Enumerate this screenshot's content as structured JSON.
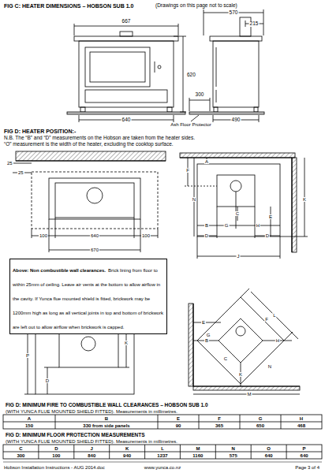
{
  "diagram": {
    "title": "FIG C: HEATER DIMENSIONS – HOBSON SUB 1.0",
    "nodes": [
      {
        "text": [
          "Above: Non combustible wall clearances.",
          "Brick lining from floor to within 25mm of ceiling. Leave air vents at the bottom to allow airflow in the cavity. If Yunca flue mounted shield is fitted, brickwork may be 1200mm high as long as all vertical joints in top and bottom of brickwork are left out to allow airflow when brickwork is capped."
        ]
      }
    ],
    "labels": [
      "(Drawings on this page not to scale)",
      "667",
      "570",
      "215",
      "620",
      "300",
      "640",
      "Ash Floor Protector",
      "490",
      "FIG D: HEATER POSITION:-",
      "N.B. The “B” and “D” measurements on the Hobson are taken from the heater sides.",
      "“O” measurement is the width of the heater, excluding the cooktop surface.",
      "25",
      "25",
      "100",
      "640",
      "100",
      "670",
      "A",
      "F",
      "N",
      "K",
      "B",
      "G",
      "H",
      "C",
      "D",
      "D",
      "E",
      "J",
      "J",
      "O",
      "P",
      "C",
      "D",
      "K",
      "L",
      "E",
      "G",
      "B",
      "F",
      "C",
      "H",
      "N",
      "K",
      "M",
      "FIG D: MINIMUM FIRE TO COMBUSTIBLE WALL CLEARANCES – HOBSON SUB 1.0",
      "(WITH YUNCA FLUE MOUNTED SHIELD FITTED). Measurements in millimetres.",
      "A",
      "B",
      "E",
      "F",
      "G",
      "H",
      "150",
      "330 from side panels",
      "90",
      "365",
      "650",
      "468",
      "FIG D: MINIMUM FLOOR PROTECTION MEASUREMENTS",
      "(WITH YUNCA FLUE MOUNTED SHIELD FITTED). Measurements in millimetres.",
      "C",
      "D",
      "J",
      "K",
      "L",
      "M",
      "N",
      "O",
      "P",
      "300",
      "100",
      "840",
      "940",
      "1237",
      "1160",
      "575",
      "640",
      "640",
      "Hobson Installation Instructions - AUG 2014.doc",
      "www.yunca.co.nz",
      "Page 3 of 4"
    ]
  }
}
